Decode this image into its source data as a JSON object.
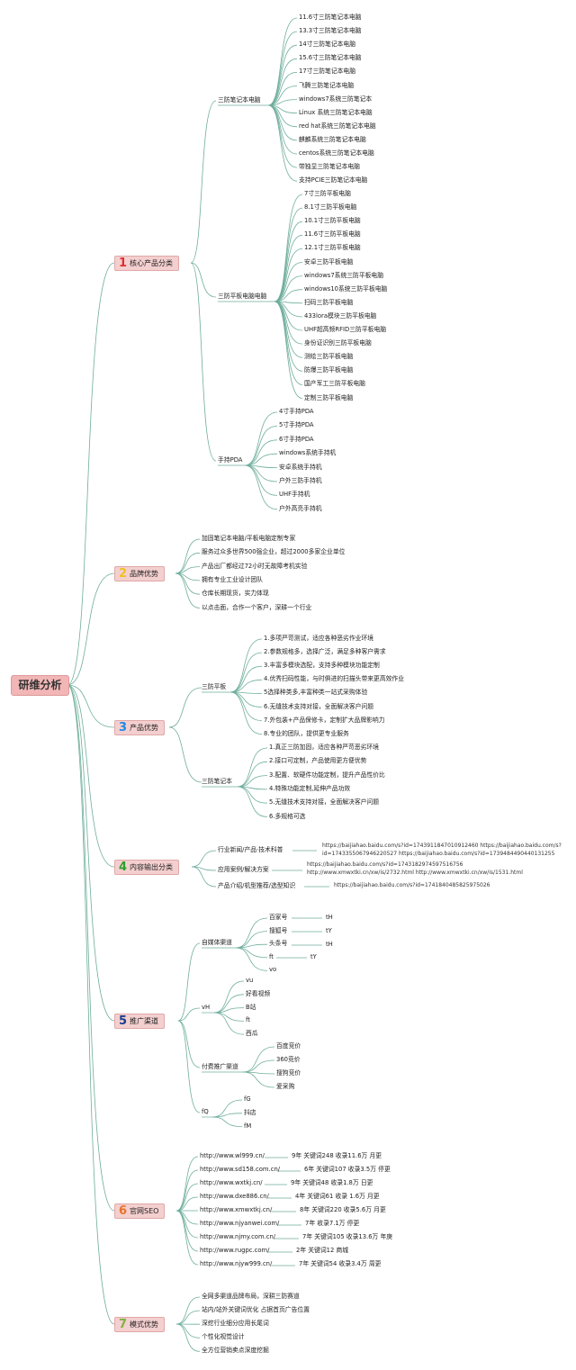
{
  "colors": {
    "link": "#6fae9c",
    "root_fill": "#f2b6b6",
    "category_fill": "#f4cfcf",
    "num1": "#e03030",
    "num2": "#f0c020",
    "num3": "#1e88e5",
    "num4": "#2ca02c",
    "num5": "#1a3d8f",
    "num6": "#e8742a",
    "num7": "#7cb342"
  },
  "root": "研维分析",
  "c1": {
    "num": "1",
    "label": "核心产品分类",
    "b1": "三防笔记本电脑",
    "b1_items": [
      "11.6寸三防笔记本电脑",
      "13.3寸三防笔记本电脑",
      "14寸三防笔记本电脑",
      "15.6寸三防笔记本电脑",
      "17寸三防笔记本电脑",
      "飞腾三防笔记本电脑",
      "windows7系统三防笔记本",
      "Linux 系统三防笔记本电脑",
      "red hat系统三防笔记本电脑",
      "麒麟系统三防笔记本电脑",
      "centos系统三防笔记本电脑",
      "带独显三防笔记本电脑",
      "支持PCIE三防笔记本电脑"
    ],
    "b2": "三防平板电脑电脑",
    "b2_items": [
      "7寸三防平板电脑",
      "8.1寸三防平板电脑",
      "10.1寸三防平板电脑",
      "11.6寸三防平板电脑",
      "12.1寸三防平板电脑",
      "安卓三防平板电脑",
      "windows7系统三防平板电脑",
      "windows10系统三防平板电脑",
      "扫码三防平板电脑",
      "433lora模块三防平板电脑",
      "UHF超高频RFID三防平板电脑",
      "身份证识别三防平板电脑",
      "测绘三防平板电脑",
      "防爆三防平板电脑",
      "国产军工三防平板电脑",
      "定制三防平板电脑"
    ],
    "b3": "手持PDA",
    "b3_items": [
      "4寸手持PDA",
      "5寸手持PDA",
      "6寸手持PDA",
      "windows系统手持机",
      "安卓系统手持机",
      "户外三防手持机",
      "UHF手持机",
      "户外高亮手持机"
    ]
  },
  "c2": {
    "num": "2",
    "label": "品牌优势",
    "items": [
      "加固笔记本电脑/平板电脑定制专家",
      "服务过众多世界500强企业，超过2000多家企业单位",
      "产品出厂都经过72小时无故障考机实验",
      "拥有专业工业设计团队",
      "仓库长期现货，实力体现",
      "以点击面，合作一个客户，深耕一个行业"
    ]
  },
  "c3": {
    "num": "3",
    "label": "产品优势",
    "b1": "三防平板",
    "b1_items": [
      "1.多项严苛测试，适应各种恶劣作业环境",
      "2.参数规格多，选择广泛，满足多种客户需求",
      "3.丰富多模块选配，支持多种模块功能定制",
      "4.优秀扫码性能，与时俱进的扫描头带来更高效作业",
      "5选择种类多,丰富种类一站式采购体验",
      "6.无缝技术支持对接，全面解决客户问题",
      "7.外包装+产品保修卡，定制扩大品牌影响力",
      "8.专业的团队，提供更专业服务"
    ],
    "b2": "三防笔记本",
    "b2_items": [
      "1.真正三防加固，适应各种严苛恶劣环境",
      "2.接口可定制，产品使用更方便优势",
      "3.配置、软硬件功能定制，提升产品性价比",
      "4.特殊功能定制,延伸产品功效",
      "5.无缝技术支持对接，全面解决客户问题",
      "6.多规格可选"
    ]
  },
  "c4": {
    "num": "4",
    "label": "内容输出分类",
    "b1": "行业新闻/产品·技术科普",
    "b1_urls": [
      "https://baijiahao.baidu.com/s?id=1743911847010912460 https://baijiahao.baidu.com/s?",
      "id=1743355067946220527 https://baijiahao.baidu.com/s?id=1739484490440131255"
    ],
    "b2": "应用案例/解决方案",
    "b2_urls": [
      "https://baijiahao.baidu.com/s?id=1743182974597516756",
      "http://www.xmwxtki.cn/xw/is/2732.html http://www.xmwxtki.cn/xw/is/1531.html"
    ],
    "b3": "产品介绍/机型推荐/选型知识",
    "b3_urls": [
      "https://baijiahao.baidu.com/s?id=1741840485825975026"
    ]
  },
  "c5": {
    "num": "5",
    "label": "推广渠道",
    "b1": "自媒体渠道",
    "b1_items": [
      "百家号",
      "搜狐号",
      "头条号",
      "ft",
      "vo"
    ],
    "b1_tags": [
      "tH",
      "tY",
      "tH",
      "tY"
    ],
    "b2": "vH",
    "b2_items": [
      "vu",
      "好看视频",
      "B站",
      "ft",
      "西瓜"
    ],
    "b3": "付费推广渠道",
    "b3_items": [
      "百度竞价",
      "360竞价",
      "搜狗竞价",
      "爱采购"
    ],
    "b4": "fQ",
    "b4_items": [
      "fG",
      "抖店",
      "fM"
    ]
  },
  "c6": {
    "num": "6",
    "label": "官网SEO",
    "sites": [
      {
        "url": "http://www.wl999.cn/",
        "info": "9年 关键词248 收录11.6万 月更"
      },
      {
        "url": "http://www.sd158.com.cn/",
        "info": "6年 关键词107 收录3.5万 停更"
      },
      {
        "url": "http://www.wxtkj.cn/",
        "info": "9年 关键词48 收录1.8万 日更"
      },
      {
        "url": "http://www.dxe886.cn/",
        "info": "4年 关键词61 收录 1.6万 月更"
      },
      {
        "url": "http://www.xmwxtkj.cn/",
        "info": "8年 关键词220 收录5.6万 月更"
      },
      {
        "url": "http://www.njyanwei.com/",
        "info": "7年 收录7.1万 停更"
      },
      {
        "url": "http://www.njmy.com.cn/",
        "info": "7年 关键词105 收录13.6万 年庚"
      },
      {
        "url": "http://www.rugpc.com/",
        "info": "2年 关键词12 商城"
      },
      {
        "url": "http://www.njyw999.cn/",
        "info": "7年 关键词54 收录3.4万 周更"
      }
    ]
  },
  "c7": {
    "num": "7",
    "label": "模式优势",
    "items": [
      "全网多渠道品牌布局，深耕三防赛道",
      "站内/站外关键词优化 占据首页广告位置",
      "深挖行业细分应用长尾词",
      "个性化视觉设计",
      "全方位营销卖点深度挖掘"
    ]
  }
}
